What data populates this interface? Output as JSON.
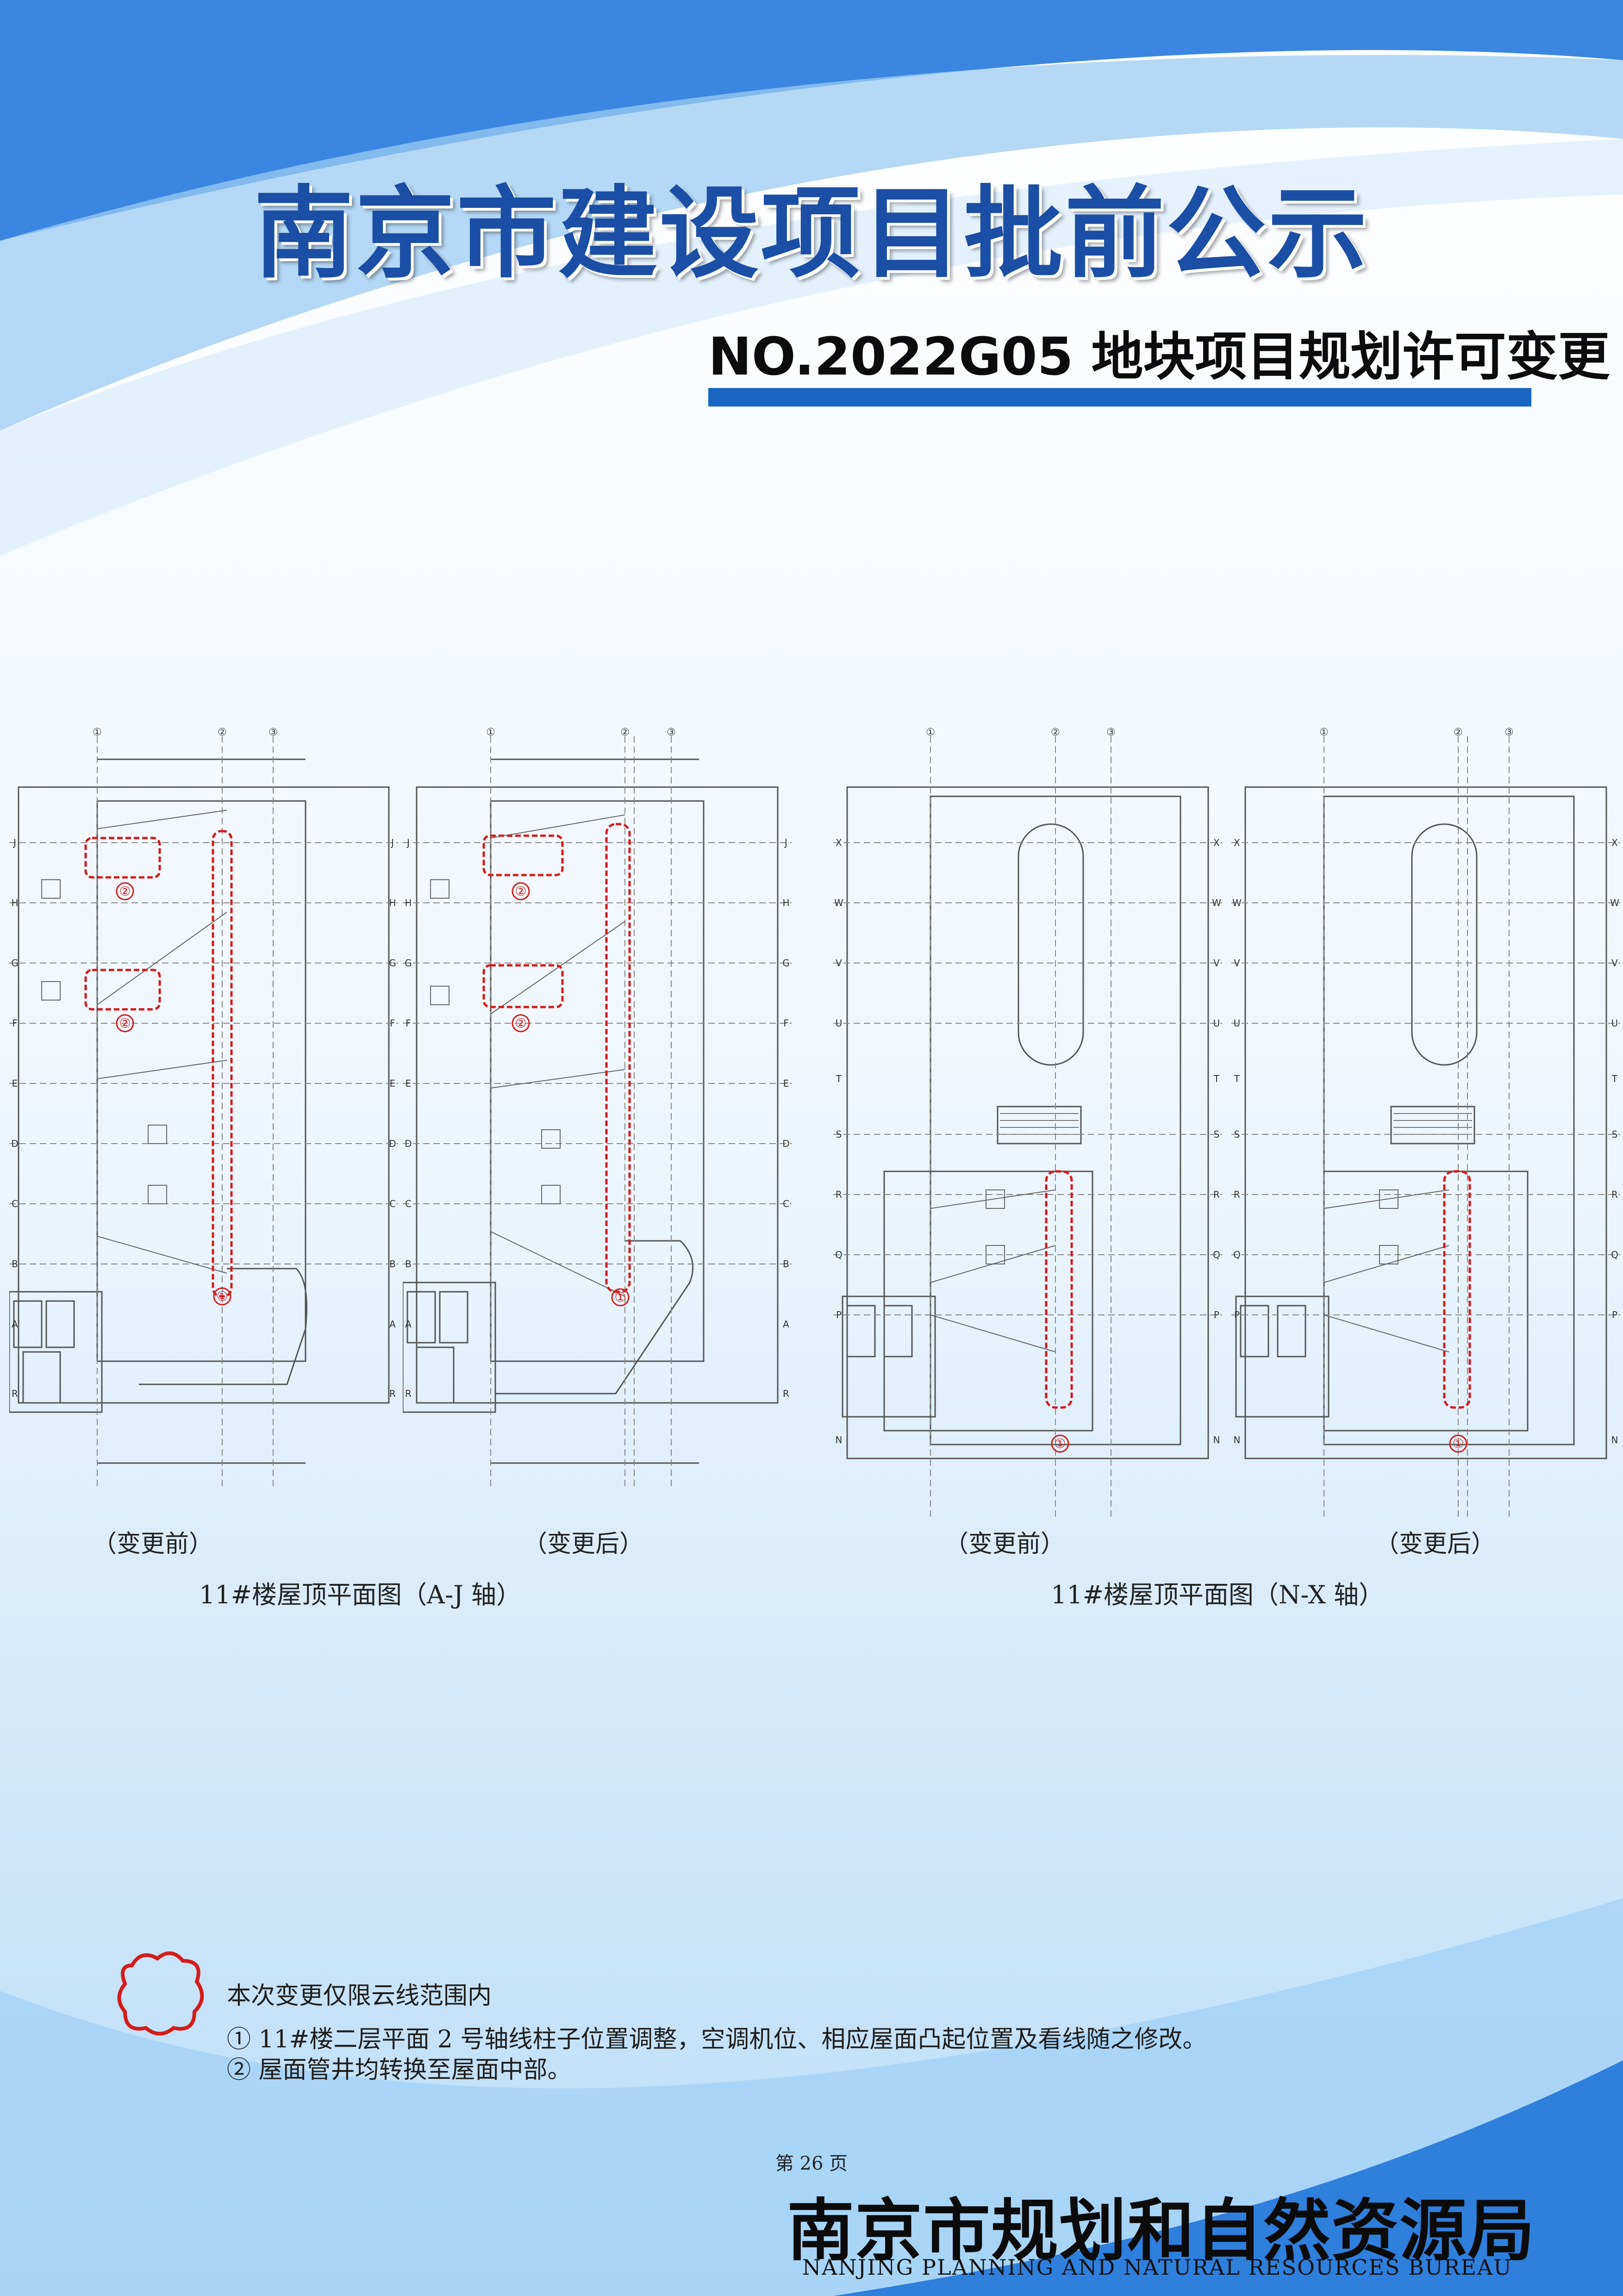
{
  "header": {
    "title": "南京市建设项目批前公示",
    "subtitle": "NO.2022G05 地块项目规划许可变更"
  },
  "drawings": {
    "group1": {
      "before_label": "（变更前）",
      "after_label": "（变更后）",
      "caption": "11#楼屋顶平面图（A-J 轴）",
      "axes_left": [
        "J",
        "H",
        "G",
        "F",
        "E",
        "D",
        "C",
        "B",
        "A",
        "R"
      ],
      "axes_top": [
        "①",
        "②",
        "③"
      ],
      "markers": [
        "①",
        "②"
      ]
    },
    "group2": {
      "before_label": "（变更前）",
      "after_label": "（变更后）",
      "caption": "11#楼屋顶平面图（N-X 轴）",
      "axes_left": [
        "X",
        "W",
        "V",
        "U",
        "T",
        "S",
        "R",
        "Q",
        "P",
        "N"
      ],
      "axes_top": [
        "①",
        "②",
        "③"
      ],
      "markers": [
        "①"
      ]
    }
  },
  "legend": {
    "line1": "本次变更仅限云线范围内",
    "line2": "① 11#楼二层平面 2 号轴线柱子位置调整，空调机位、相应屋面凸起位置及看线随之修改。",
    "line3": "② 屋面管井均转换至屋面中部。"
  },
  "footer": {
    "page": "第 26 页",
    "bureau_cn": "南京市规划和自然资源局",
    "bureau_en": "NANJING PLANNING AND NATURAL RESOURCES BUREAU"
  },
  "colors": {
    "title_blue": "#1b4fa6",
    "bar_blue": "#1866c2",
    "cloud_red": "#d41c1c",
    "line_gray": "#555555"
  }
}
